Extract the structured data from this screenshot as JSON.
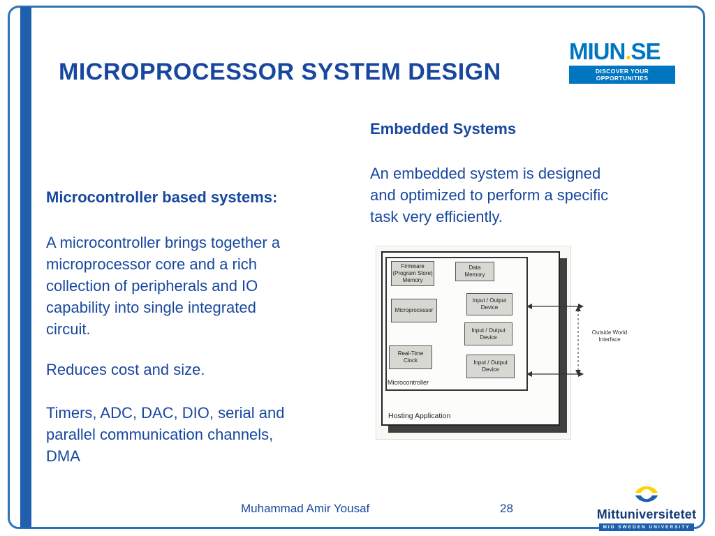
{
  "slide": {
    "title": "MICROPROCESSOR SYSTEM DESIGN",
    "left": {
      "heading": "Microcontroller based systems:",
      "paragraphs": [
        "A microcontroller brings together a\nmicroprocessor core and a rich\ncollection of peripherals and IO\ncapability into single integrated\ncircuit.",
        "Reduces cost and size.",
        "Timers, ADC, DAC, DIO, serial and\nparallel communication channels,\nDMA"
      ]
    },
    "right": {
      "heading": "Embedded Systems",
      "paragraph": "An embedded system is designed\nand optimized to perform a specific\ntask very efficiently."
    },
    "footer": {
      "author": "Muhammad Amir Yousaf",
      "page_number": "28"
    }
  },
  "miun_logo": {
    "part1": "MIUN",
    "dot": ".",
    "part2": "SE",
    "tagline": "DISCOVER YOUR OPPORTUNITIES"
  },
  "university_logo": {
    "name": "Mittuniversitetet",
    "subtitle": "MID SWEDEN UNIVERSITY"
  },
  "diagram": {
    "hosting_label": "Hosting Application",
    "controller_label": "Microcontroller",
    "blocks": {
      "firmware": "Firmware\n(Program Store)\nMemory",
      "data_memory": "Data\nMemory",
      "microprocessor": "Microprocessor",
      "io_device": "Input / Output\nDevice",
      "rtc": "Real-Time\nClock"
    },
    "outside_label": "Outside World\nInterface"
  },
  "colors": {
    "text_blue": "#17479e",
    "border_blue": "#2e74b5",
    "logo_blue": "#0076c0",
    "logo_yellow": "#ffd200"
  }
}
